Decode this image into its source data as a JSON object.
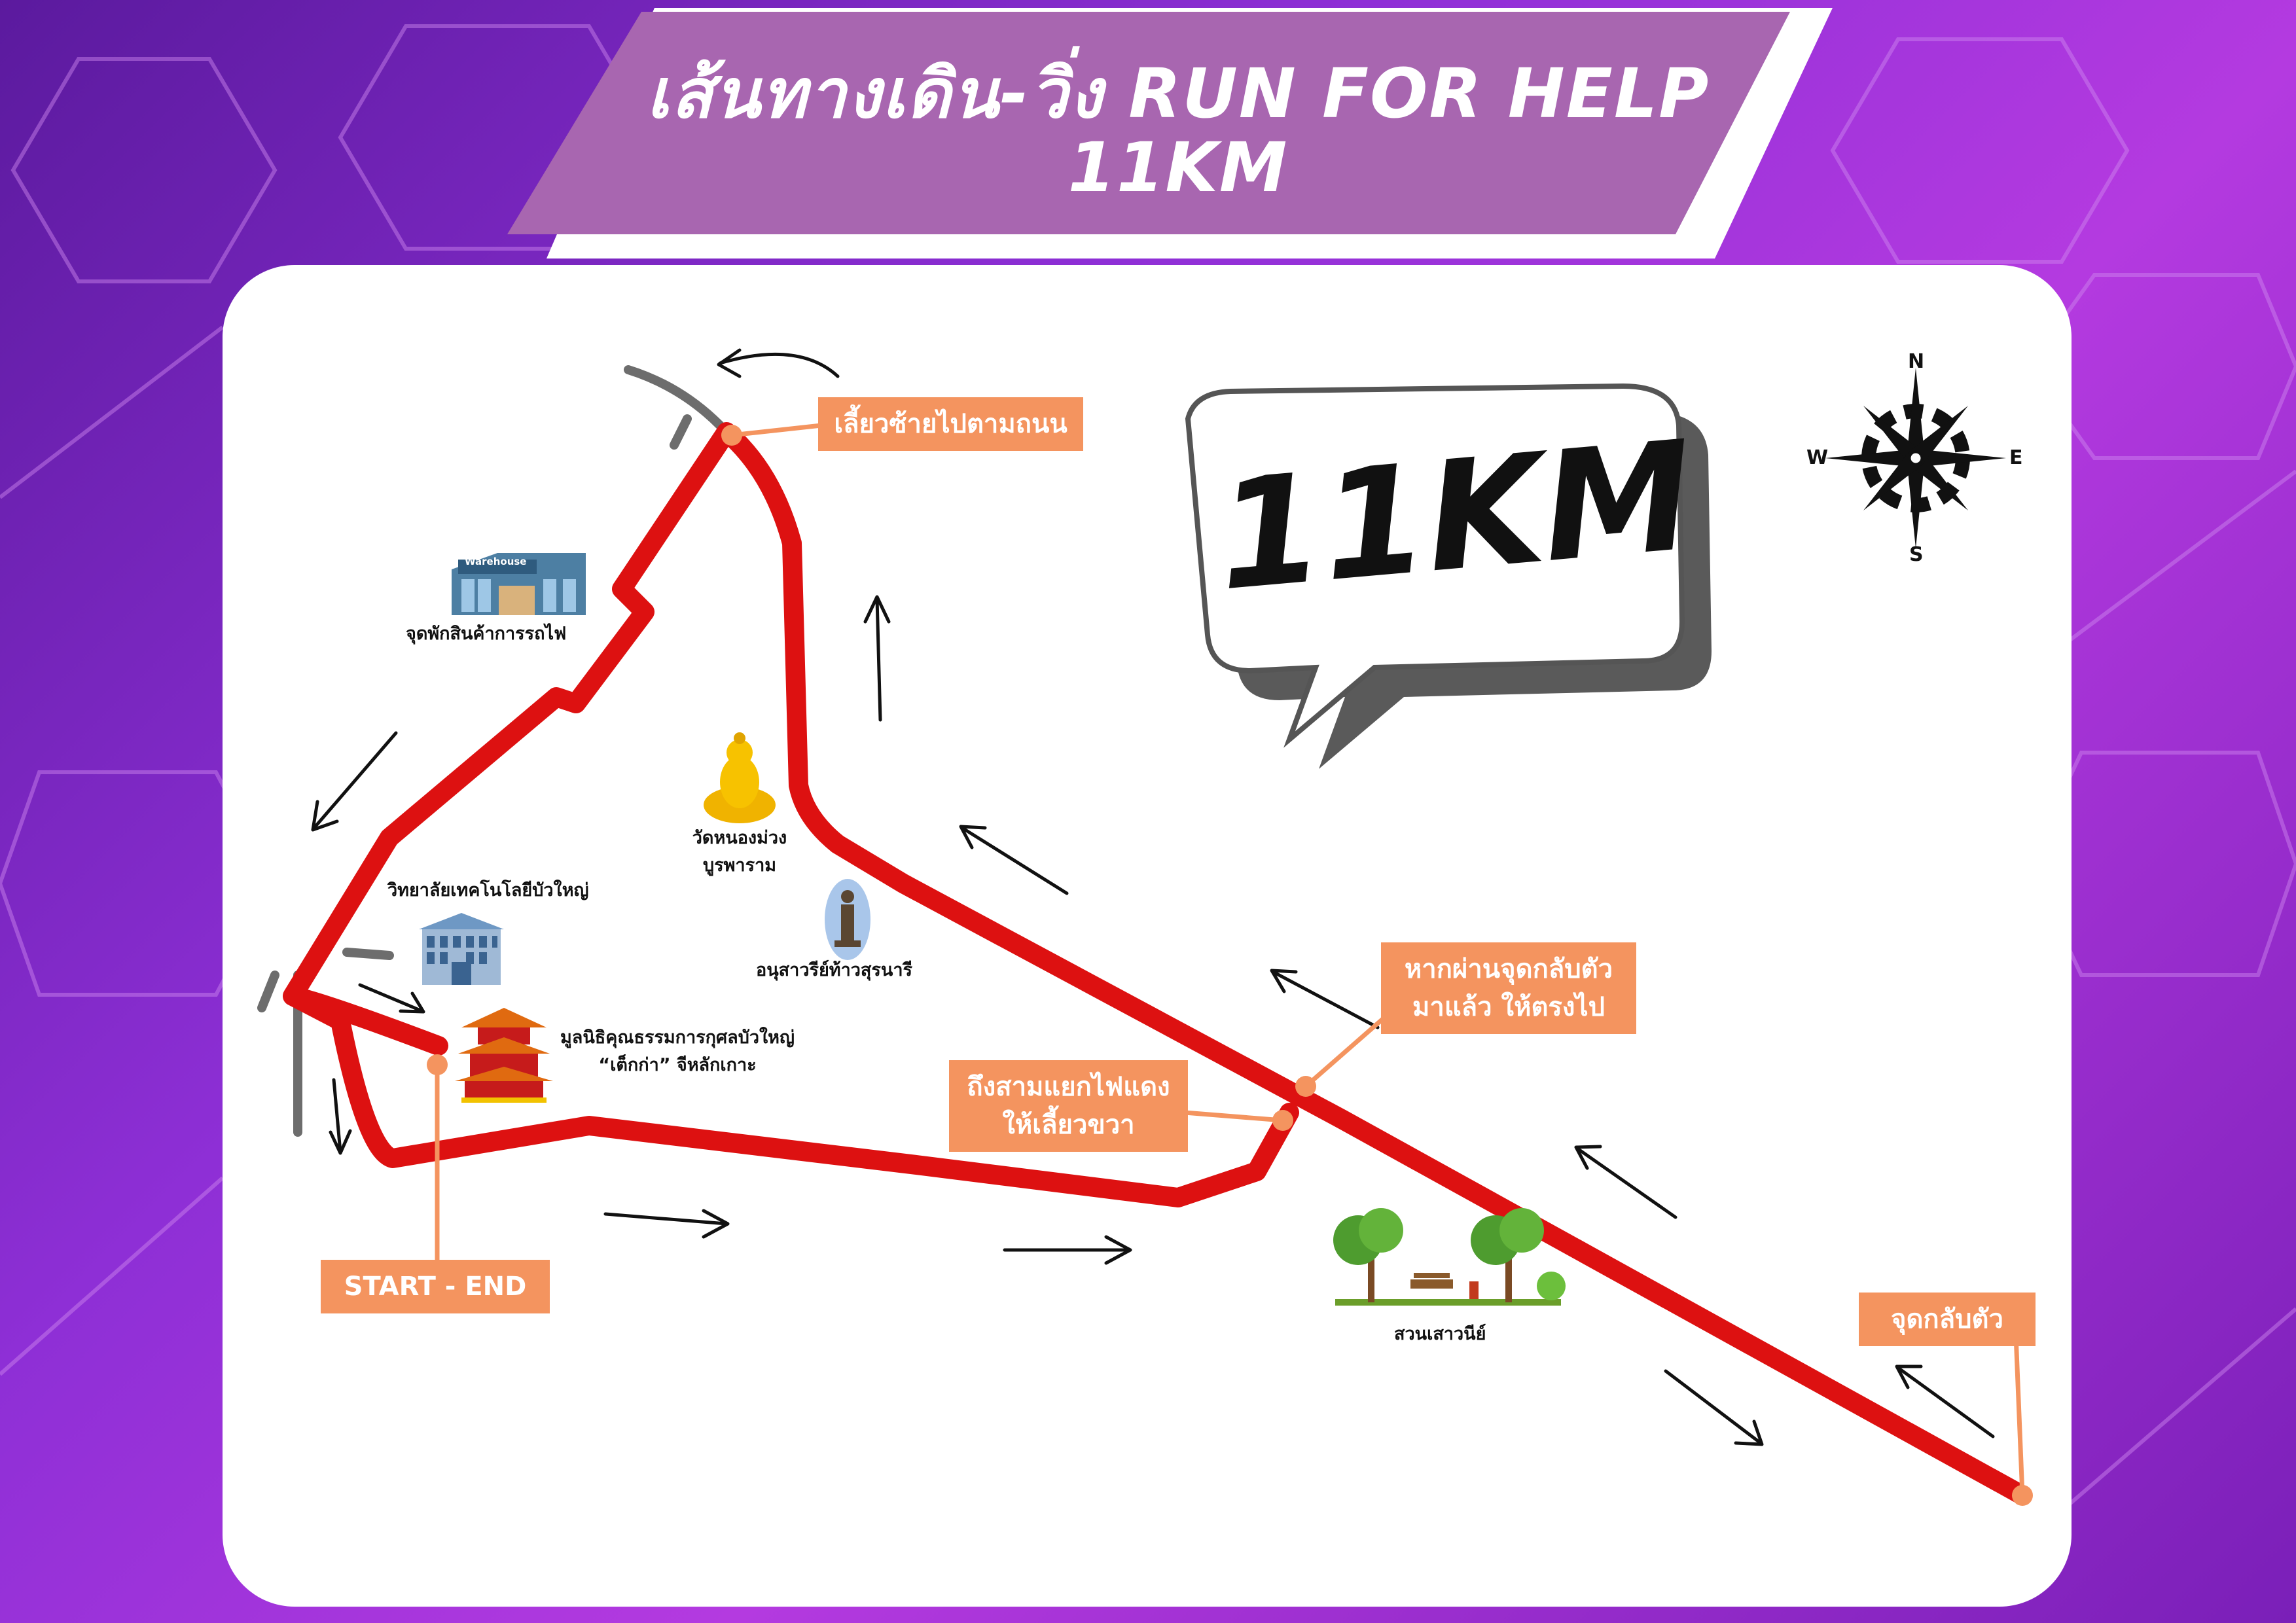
{
  "title": {
    "line1": "เส้นทางเดิน-วิ่ง RUN FOR HELP",
    "line2": "11KM"
  },
  "distance_bubble": "11KM",
  "callouts": {
    "turn_left": "เลี้ยวซ้ายไปตามถนน",
    "keep_straight_line1": "หากผ่านจุดกลับตัว",
    "keep_straight_line2": "มาแล้ว ให้ตรงไป",
    "turn_right_line1": "ถึงสามแยกไฟแดง",
    "turn_right_line2": "ให้เลี้ยวขวา",
    "start_end": "START - END",
    "turnaround": "จุดกลับตัว"
  },
  "landmarks": {
    "warehouse_sign": "Warehouse",
    "warehouse": "จุดพักสินค้าการรถไฟ",
    "temple_line1": "วัดหนองม่วง",
    "temple_line2": "บูรพาราม",
    "college": "วิทยาลัยเทคโนโลยีบัวใหญ่",
    "monument": "อนุสาวรีย์ท้าวสุรนารี",
    "foundation_line1": "มูลนิธิคุณธรรมการกุศลบัวใหญ่",
    "foundation_line2": "“เต็กก่า” จีหลักเกาะ",
    "park": "สวนเสาวนีย์"
  },
  "compass": {
    "north": "N",
    "south": "S",
    "east": "E",
    "west": "W"
  },
  "colors": {
    "route": "#dd1111",
    "callout": "#f4945f",
    "banner": "#a866b0",
    "background": "#8e2fd6"
  }
}
